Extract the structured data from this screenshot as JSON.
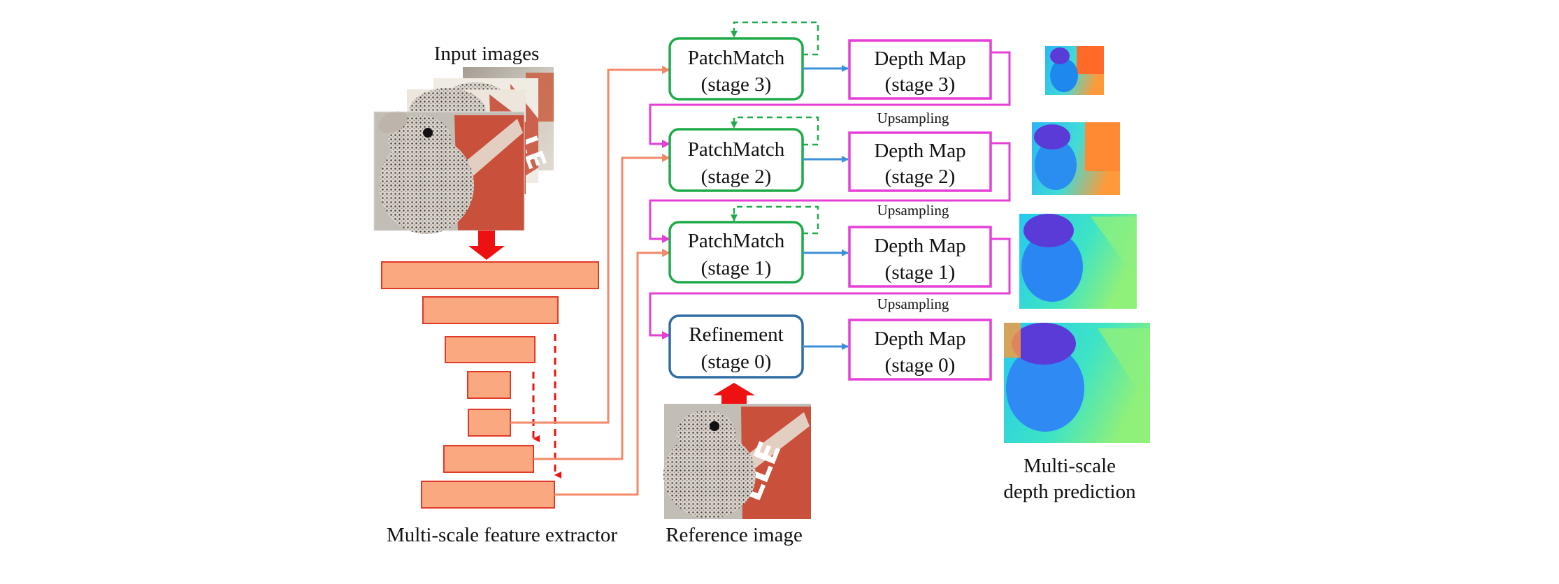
{
  "input_label": "Input images",
  "extractor_label": "Multi-scale feature extractor",
  "reference_label": "Reference image",
  "prediction_label": [
    "Multi-scale",
    "depth prediction"
  ],
  "upsampling_label": "Upsampling",
  "stages": [
    {
      "module": [
        "PatchMatch",
        "(stage 3)"
      ],
      "depth": [
        "Depth Map",
        "(stage 3)"
      ]
    },
    {
      "module": [
        "PatchMatch",
        "(stage 2)"
      ],
      "depth": [
        "Depth Map",
        "(stage 2)"
      ]
    },
    {
      "module": [
        "PatchMatch",
        "(stage 1)"
      ],
      "depth": [
        "Depth Map",
        "(stage 1)"
      ]
    },
    {
      "module": [
        "Refinement",
        "(stage 0)"
      ],
      "depth": [
        "Depth Map",
        "(stage 0)"
      ]
    }
  ],
  "colors": {
    "patchmatch": "#1faa4a",
    "refinement": "#2e6ca4",
    "depth_map": "#e63fd6",
    "feature_fill": "#f9a880",
    "feature_stroke": "#e03a2a",
    "feature_arrow": "#f28a6a",
    "red_arrow": "#ee1111",
    "blue_arrow": "#3d8fd8",
    "upsample_line": "#e63fd6"
  }
}
